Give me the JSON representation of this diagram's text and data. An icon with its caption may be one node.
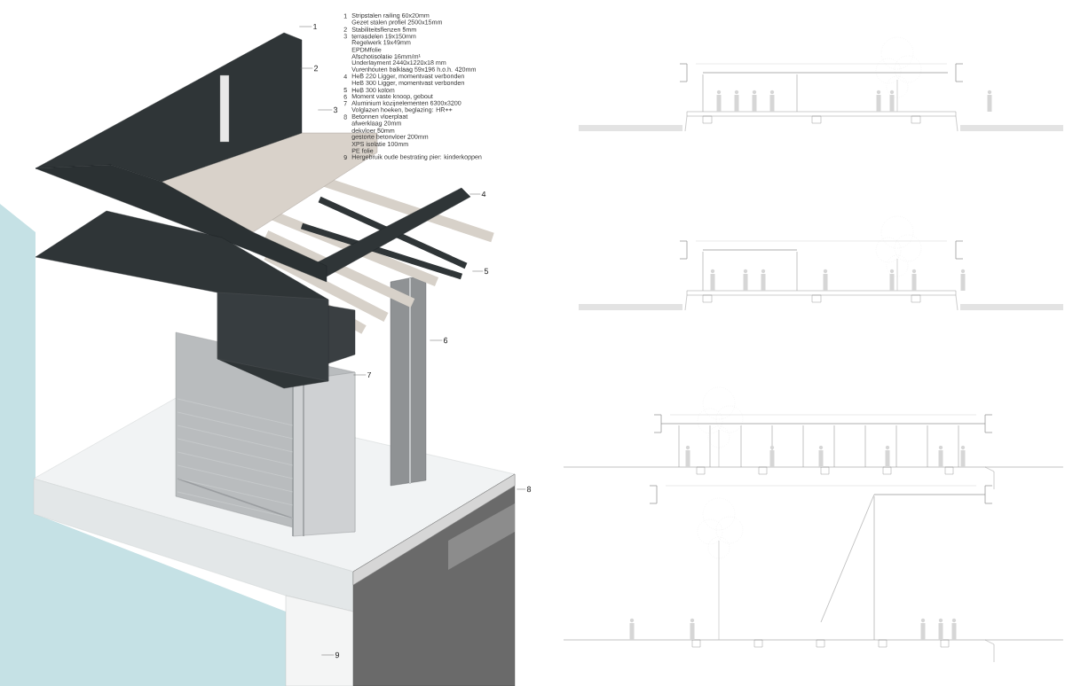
{
  "diagram": {
    "nodes": [
      {
        "text": [
          "1"
        ]
      },
      {
        "text": [
          "2"
        ]
      },
      {
        "text": [
          "3"
        ]
      },
      {
        "text": [
          "4"
        ]
      },
      {
        "text": [
          "5"
        ]
      },
      {
        "text": [
          "6"
        ]
      },
      {
        "text": [
          "7"
        ]
      },
      {
        "text": [
          "8"
        ]
      },
      {
        "text": [
          "9"
        ]
      }
    ],
    "edges": [
      {
        "from": 0,
        "to": null,
        "arrow": "none"
      },
      {
        "from": 1,
        "to": null,
        "arrow": "none"
      },
      {
        "from": 2,
        "to": null,
        "arrow": "none"
      },
      {
        "from": 3,
        "to": null,
        "arrow": "none"
      },
      {
        "from": 4,
        "to": null,
        "arrow": "none"
      },
      {
        "from": 5,
        "to": null,
        "arrow": "none"
      },
      {
        "from": 6,
        "to": null,
        "arrow": "none"
      },
      {
        "from": 7,
        "to": null,
        "arrow": "none"
      },
      {
        "from": 8,
        "to": null,
        "arrow": "none"
      }
    ],
    "labels": [
      "1",
      "Stripstalen railing 60x20mm",
      "Gezet stalen profiel 2500x15mm",
      "2",
      "Stabiliteitsflenzen 5mm",
      "3",
      "terrasdelen 19x150mm",
      "Regelwerk 19x49mm",
      "EPDMfolie",
      "Afschotisolatie 16mm/m¹",
      "Underlayment 2440x1220x18 mm",
      "Vurenhouten balklaag 59x196 h.o.h. 420mm",
      "4",
      "HeB 220 Ligger, momentvast verbonden",
      "HeB 300 Ligger, momentvast verbonden",
      "5",
      "HeB 300 kolom",
      "6",
      "Moment vaste knoop, gebout",
      "7",
      "Aluminium kozijnelementen 6300x3200",
      "Volglazen hoeken, beglazing: HR++",
      "8",
      "Betonnen vloerplaat",
      "afwerklaag 20mm",
      "dekvloer 50mm",
      "gestorte betonvloer 200mm",
      "XPS isolatie 100mm",
      "PE folie",
      "9",
      "Hergebruik oude bestrating pier: kinderkoppen"
    ]
  }
}
